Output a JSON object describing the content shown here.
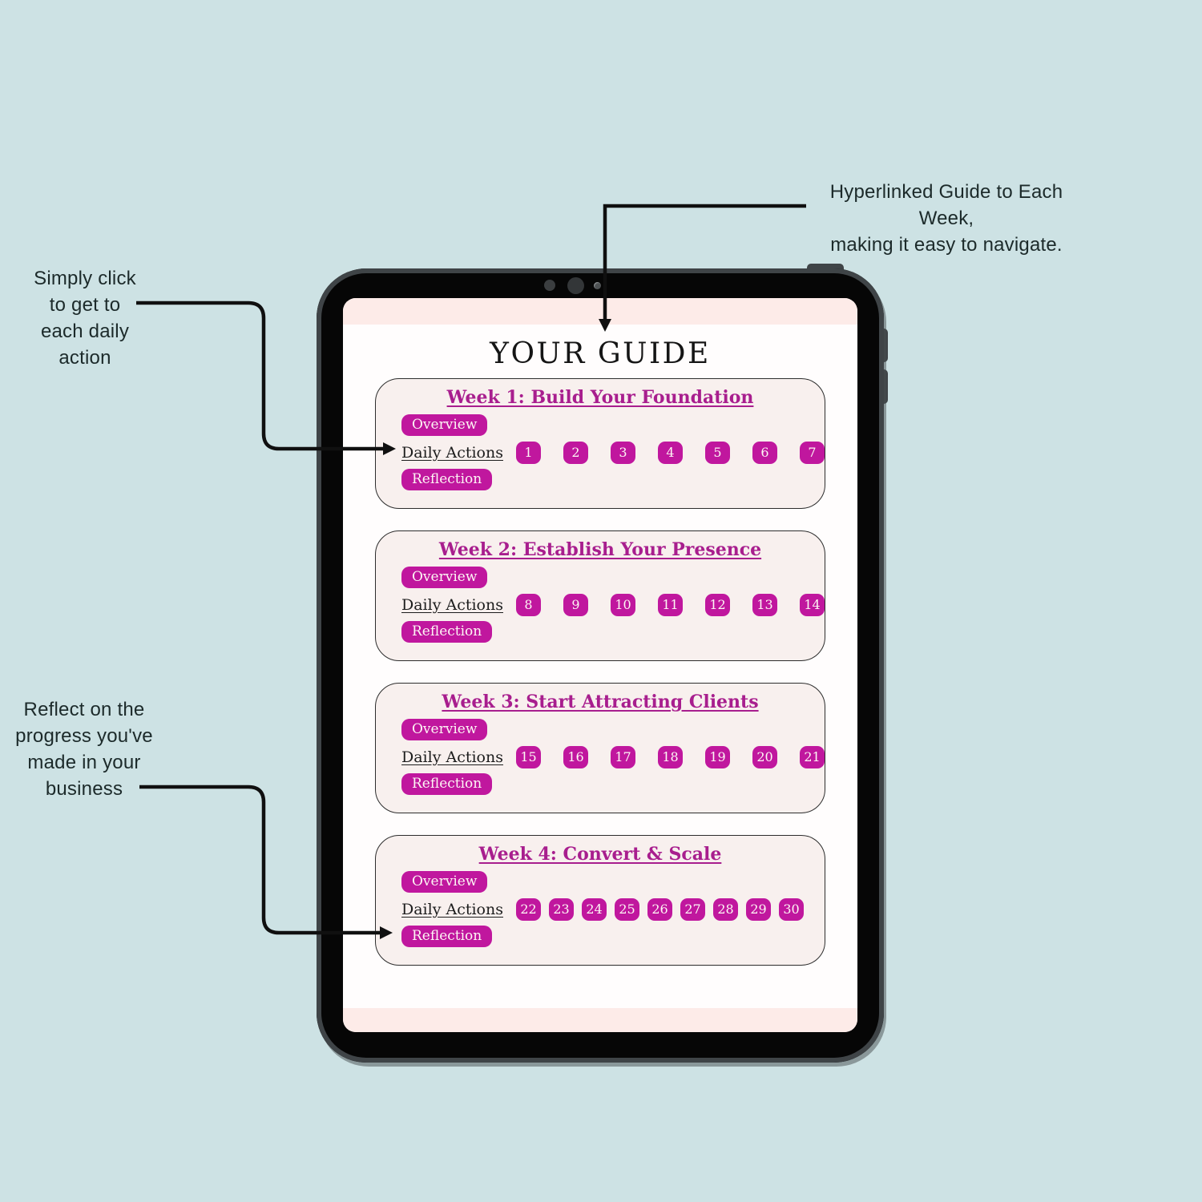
{
  "colors": {
    "background": "#cde2e4",
    "accent": "#c0179e",
    "week_title": "#a81e8e",
    "band_pink": "#fdebe8",
    "card_bg": "#f8f0ee",
    "annotation_text": "#1c2a2a"
  },
  "annotations": {
    "top_right": {
      "lines": [
        "Hyperlinked Guide to Each Week,",
        "making it easy to navigate."
      ]
    },
    "left_top": {
      "lines": [
        "Simply click",
        "to get to",
        "each daily",
        "action"
      ]
    },
    "left_bottom": {
      "lines": [
        "Reflect on the",
        "progress you've",
        "made in your",
        "business"
      ]
    }
  },
  "tablet": {
    "screen_title": "YOUR GUIDE",
    "labels": {
      "overview": "Overview",
      "daily_actions": "Daily Actions",
      "reflection": "Reflection"
    },
    "weeks": [
      {
        "title": "Week 1: Build Your Foundation",
        "days": [
          "1",
          "2",
          "3",
          "4",
          "5",
          "6",
          "7"
        ]
      },
      {
        "title": "Week 2: Establish Your Presence",
        "days": [
          "8",
          "9",
          "10",
          "11",
          "12",
          "13",
          "14"
        ]
      },
      {
        "title": "Week 3: Start Attracting Clients",
        "days": [
          "15",
          "16",
          "17",
          "18",
          "19",
          "20",
          "21"
        ]
      },
      {
        "title": "Week 4: Convert & Scale",
        "days": [
          "22",
          "23",
          "24",
          "25",
          "26",
          "27",
          "28",
          "29",
          "30"
        ]
      }
    ]
  }
}
